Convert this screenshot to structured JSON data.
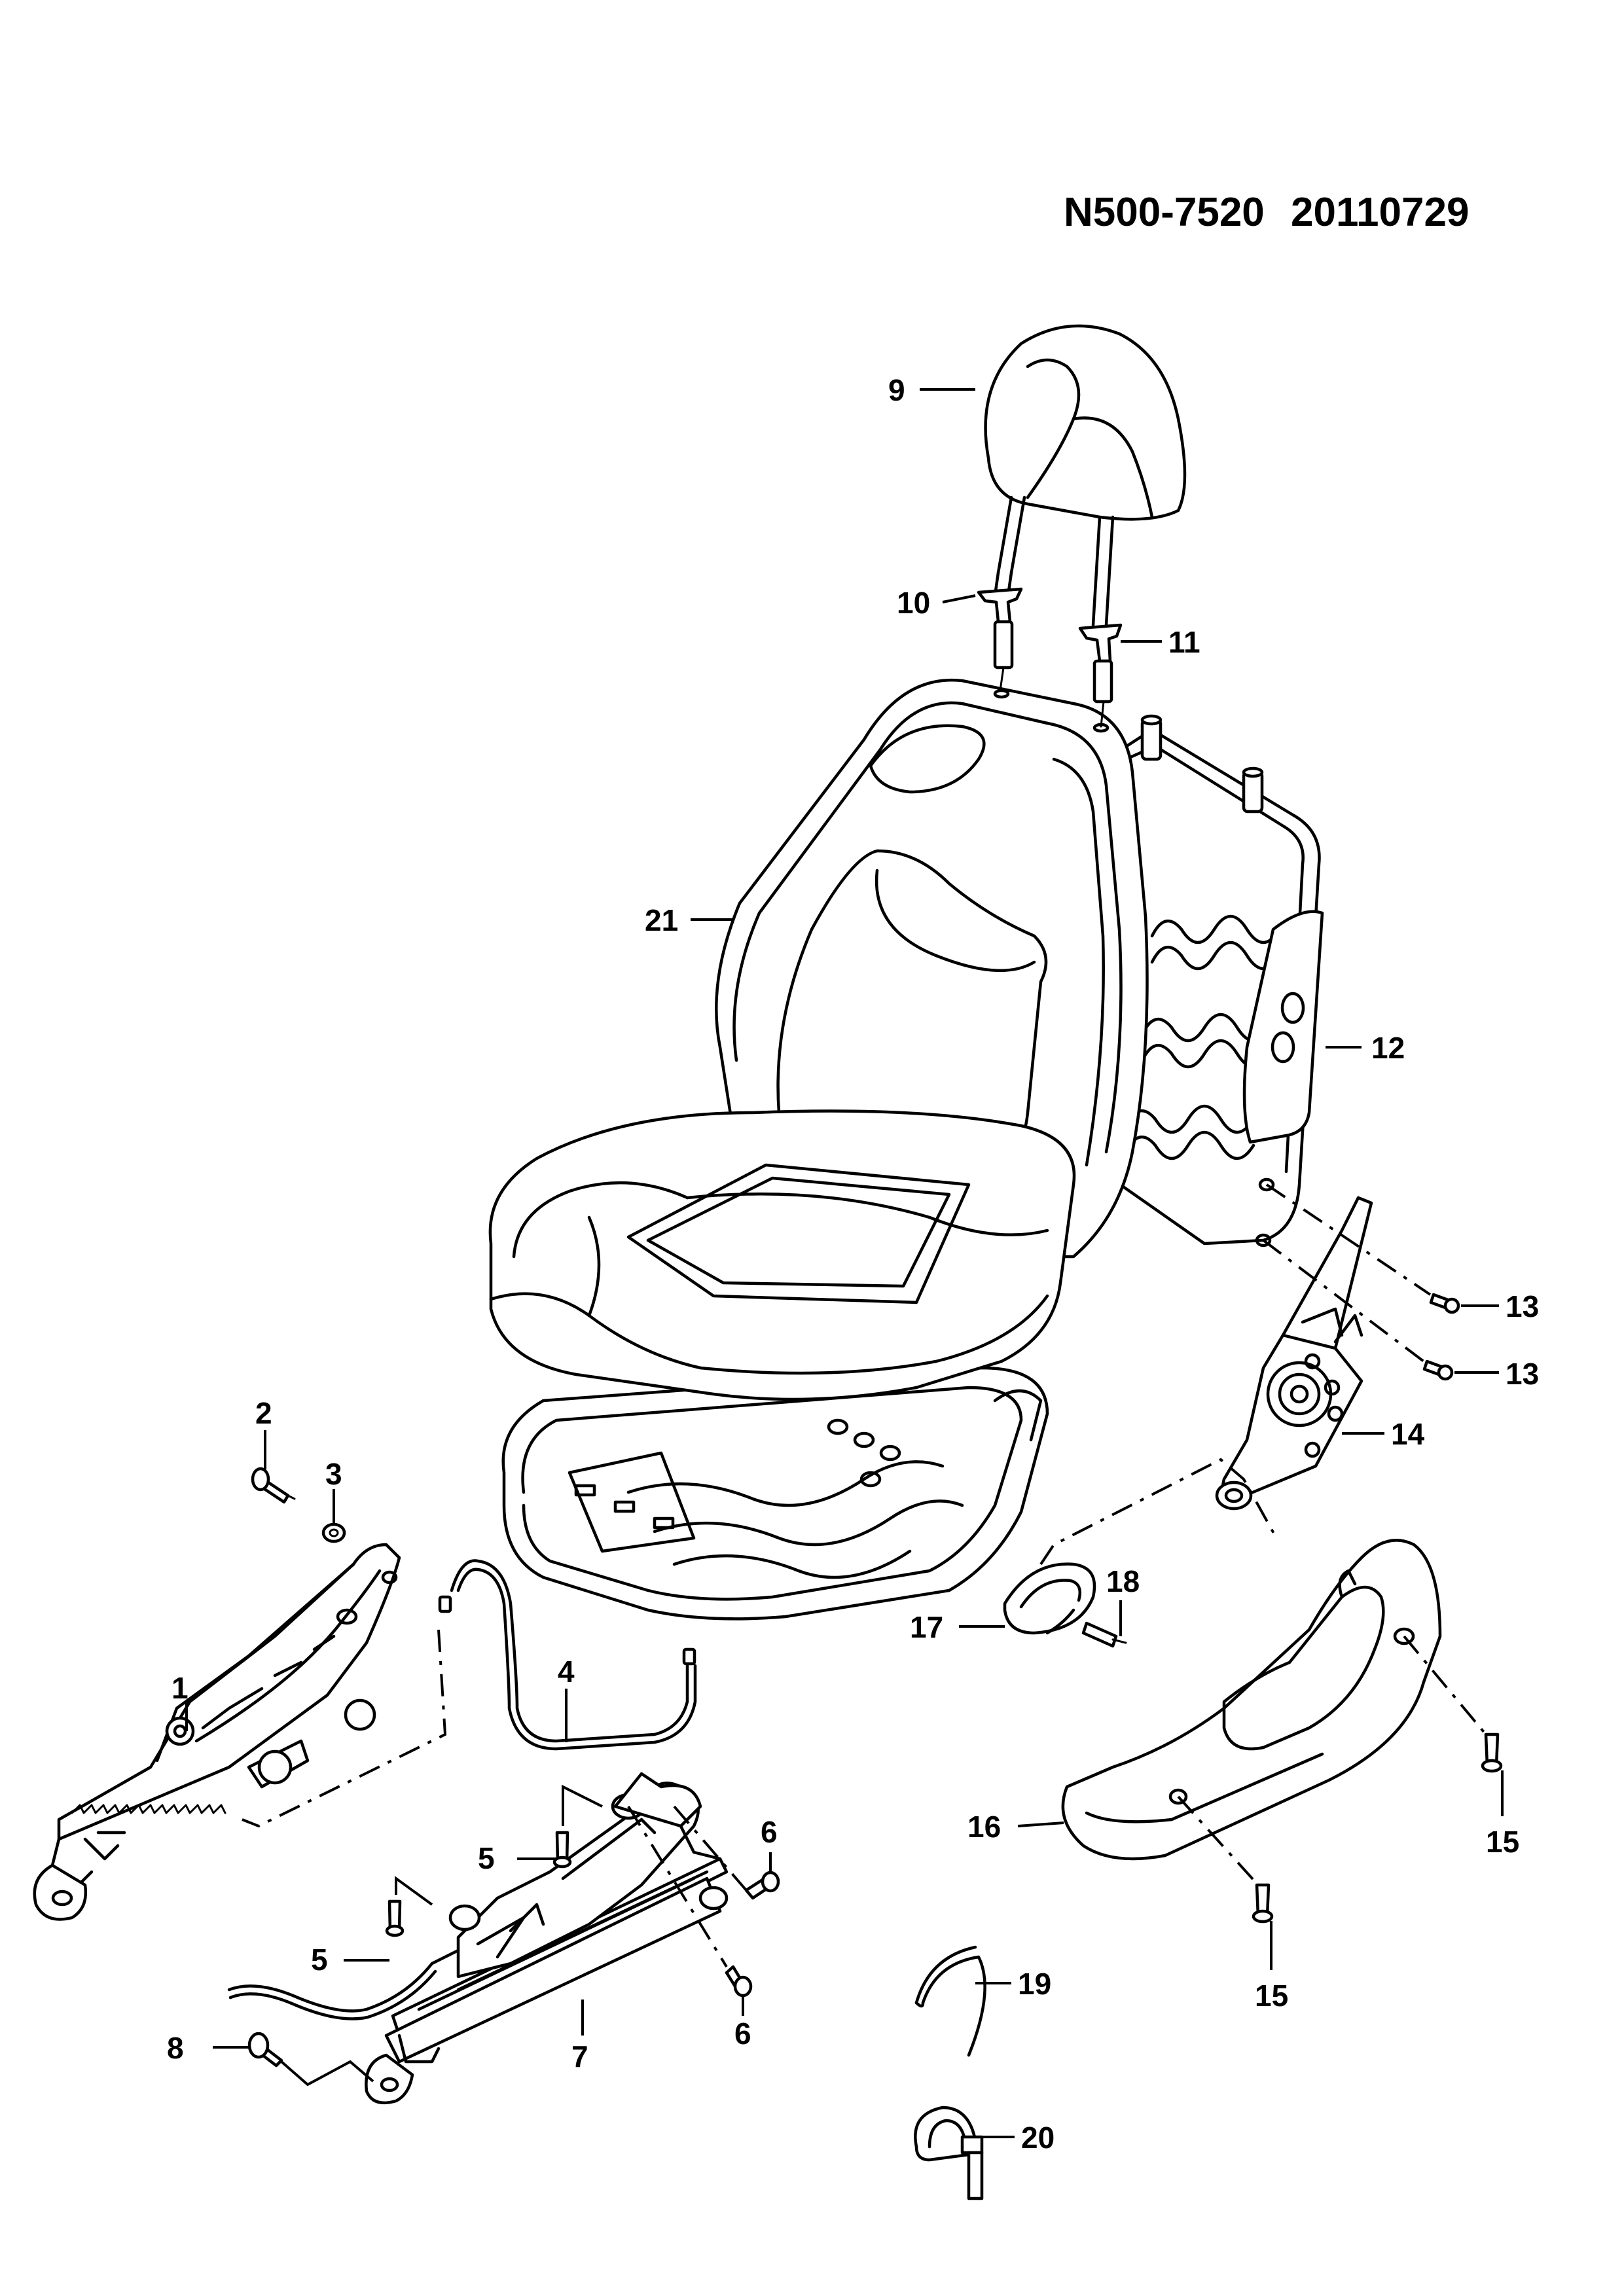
{
  "header": {
    "code": "N500-7520",
    "date": "20110729"
  },
  "callouts": [
    {
      "id": "1",
      "text": "1"
    },
    {
      "id": "2",
      "text": "2"
    },
    {
      "id": "3",
      "text": "3"
    },
    {
      "id": "4",
      "text": "4"
    },
    {
      "id": "5a",
      "text": "5"
    },
    {
      "id": "5b",
      "text": "5"
    },
    {
      "id": "6a",
      "text": "6"
    },
    {
      "id": "6b",
      "text": "6"
    },
    {
      "id": "7",
      "text": "7"
    },
    {
      "id": "8",
      "text": "8"
    },
    {
      "id": "9",
      "text": "9"
    },
    {
      "id": "10",
      "text": "10"
    },
    {
      "id": "11",
      "text": "11"
    },
    {
      "id": "12",
      "text": "12"
    },
    {
      "id": "13a",
      "text": "13"
    },
    {
      "id": "13b",
      "text": "13"
    },
    {
      "id": "14",
      "text": "14"
    },
    {
      "id": "15a",
      "text": "15"
    },
    {
      "id": "15b",
      "text": "15"
    },
    {
      "id": "16",
      "text": "16"
    },
    {
      "id": "17",
      "text": "17"
    },
    {
      "id": "18",
      "text": "18"
    },
    {
      "id": "19",
      "text": "19"
    },
    {
      "id": "20",
      "text": "20"
    },
    {
      "id": "21",
      "text": "21"
    }
  ]
}
